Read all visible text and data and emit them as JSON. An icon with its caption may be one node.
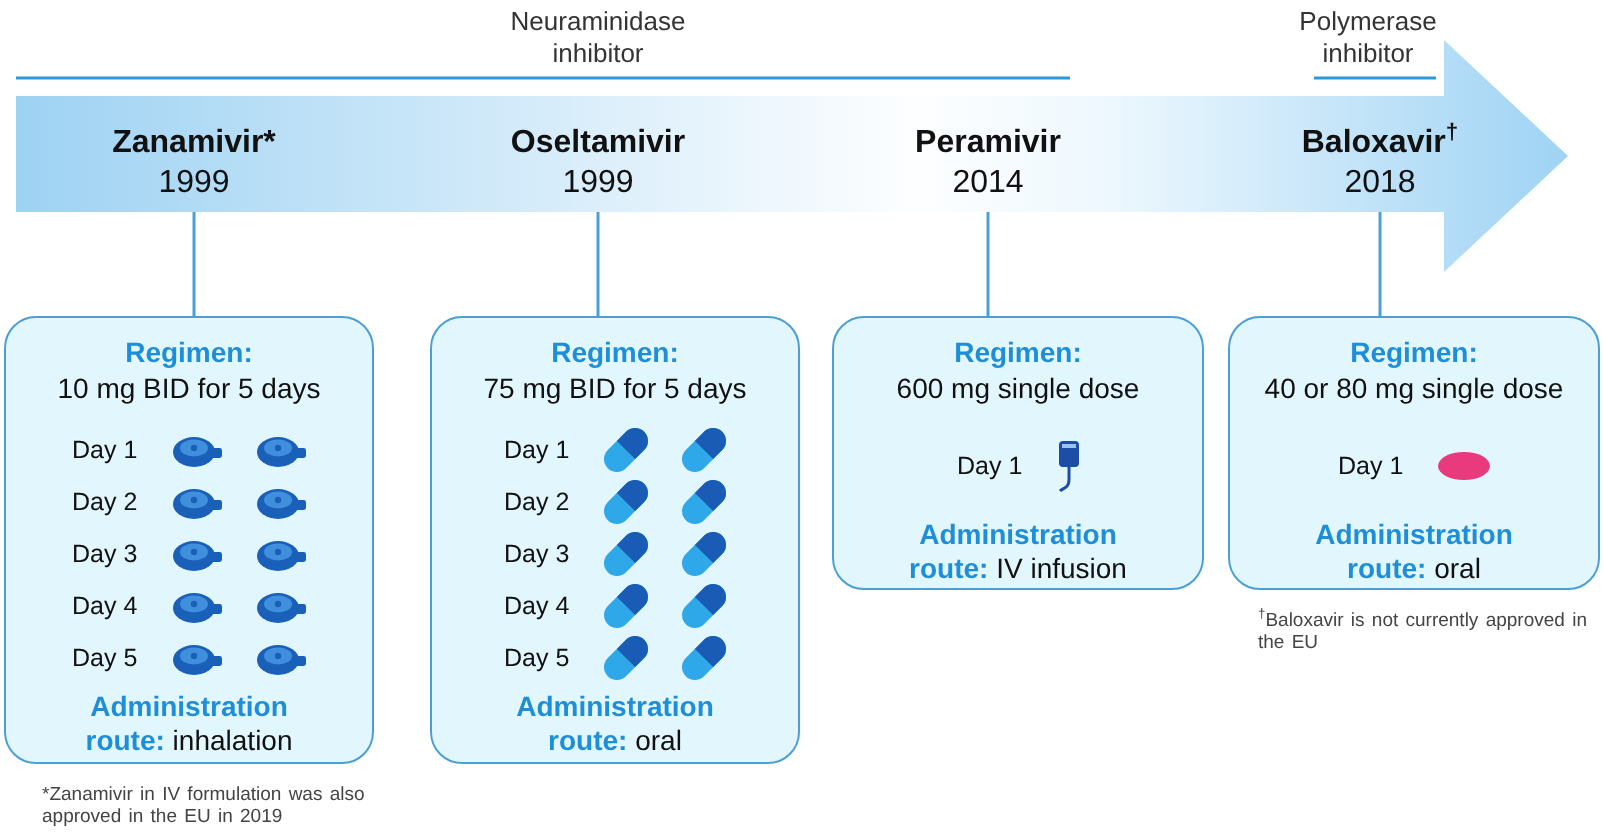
{
  "diagram": {
    "nodes": [
      {
        "text": [],
        "shape": "arrow"
      },
      {
        "text": [
          "Zanamivir*",
          "1999"
        ],
        "in": 0
      },
      {
        "text": [
          "Oseltamivir",
          "1999"
        ],
        "in": 0
      },
      {
        "text": [
          "Peramivir",
          "2014"
        ],
        "in": 0
      },
      {
        "text": [
          "Baloxavir$^{†}$",
          "2018"
        ],
        "in": 0
      },
      {
        "text": [
          "Regimen:",
          "10 mg BID for 5 days",
          "Day 1",
          "Day 2",
          "Day 3",
          "Day 4",
          "Day 5",
          "**Administration route:** inhalation"
        ]
      },
      {
        "text": [
          "Regimen:",
          "75 mg BID for 5 days",
          "Day 1",
          "Day 2",
          "Day 3",
          "Day 4",
          "Day 5",
          "**Administration route:** oral"
        ]
      },
      {
        "text": [
          "Regimen:",
          "600 mg single dose",
          "Day 1",
          "**Administration route:** IV infusion"
        ]
      },
      {
        "text": [
          "Regimen:",
          "40 or 80 mg single dose",
          "Day 1",
          "**Administration route:** oral"
        ]
      }
    ],
    "edges": [
      {
        "from": 1,
        "to": 5,
        "arrow": "none"
      },
      {
        "from": 2,
        "to": 6,
        "arrow": "none"
      },
      {
        "from": 3,
        "to": 7,
        "arrow": "none"
      },
      {
        "from": 4,
        "to": 8,
        "arrow": "none"
      }
    ],
    "labels": [
      "Neuraminidase inhibitor",
      "Polymerase inhibitor",
      "*Zanamivir in IV formulation was also approved in the EU in 2019",
      "$^{†}$Baloxavir is not currently approved in the EU"
    ]
  }
}
